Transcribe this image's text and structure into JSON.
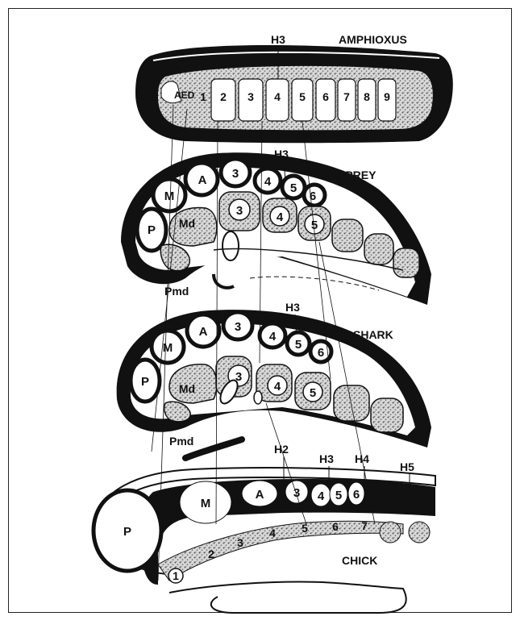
{
  "colors": {
    "ink": "#111111",
    "paper": "#ffffff",
    "stipple": "#cfcfcf"
  },
  "amphioxus": {
    "title": "AMPHIOXUS",
    "h3": "H3",
    "aed": "AED",
    "segments": [
      "1",
      "2",
      "3",
      "4",
      "5",
      "6",
      "7",
      "8",
      "9"
    ]
  },
  "lamprey": {
    "title": "LAMPREY",
    "h3": "H3",
    "p": "P",
    "m": "M",
    "a": "A",
    "upper": [
      "3",
      "4",
      "5",
      "6"
    ],
    "md": "Md",
    "lower": [
      "3",
      "4",
      "5"
    ],
    "pmd": "Pmd"
  },
  "shark": {
    "title": "SHARK",
    "h3": "H3",
    "p": "P",
    "m": "M",
    "a": "A",
    "upper": [
      "3",
      "4",
      "5",
      "6"
    ],
    "md": "Md",
    "lower": [
      "3",
      "4",
      "5"
    ],
    "pmd": "Pmd"
  },
  "chick": {
    "title": "CHICK",
    "h2": "H2",
    "h3": "H3",
    "h4": "H4",
    "h5": "H5",
    "p": "P",
    "m": "M",
    "a": "A",
    "upper": [
      "3",
      "4",
      "5",
      "6"
    ],
    "lower": [
      "1",
      "2",
      "3",
      "4",
      "5",
      "6",
      "7"
    ]
  }
}
